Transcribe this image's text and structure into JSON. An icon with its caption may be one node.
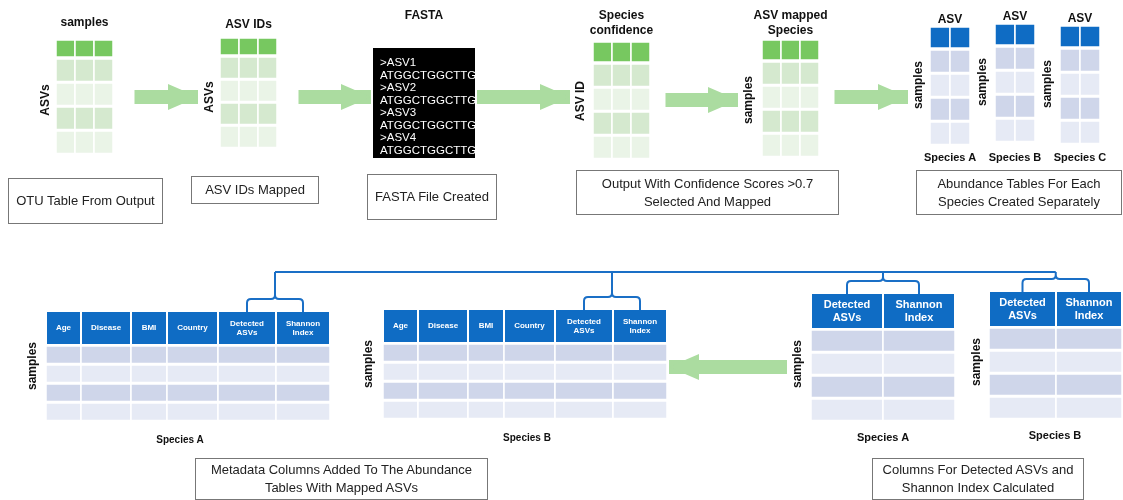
{
  "diagram": {
    "nodes": [
      {
        "text": [
          "samples",
          "ASVs"
        ]
      },
      {
        "text": [
          "ASV IDs",
          "ASVs"
        ]
      },
      {
        "text": [
          "FASTA",
          ">ASV1",
          "ATGGCTGGCTTG",
          ">ASV2",
          "ATGGCTGGCTTG",
          ">ASV3",
          "ATGGCTGGCTTG",
          ">ASV4",
          "ATGGCTGGCTTG"
        ]
      },
      {
        "text": [
          "Species confidence",
          "ASV ID"
        ]
      },
      {
        "text": [
          "ASV mapped Species",
          "samples"
        ]
      },
      {
        "text": [
          "ASV",
          "samples",
          "Species A"
        ]
      },
      {
        "text": [
          "ASV",
          "samples",
          "Species B"
        ]
      },
      {
        "text": [
          "ASV",
          "samples",
          "Species C"
        ]
      },
      {
        "text": [
          "OTU Table From Output"
        ]
      },
      {
        "text": [
          "ASV IDs Mapped"
        ]
      },
      {
        "text": [
          "FASTA File Created"
        ]
      },
      {
        "text": [
          "Output With Confidence Scores >0.7 Selected And Mapped"
        ]
      },
      {
        "text": [
          "Abundance Tables For Each Species Created Separately"
        ]
      },
      {
        "text": [
          "Age",
          "Disease",
          "BMI",
          "Country",
          "Detected ASVs",
          "Shannon Index",
          "samples",
          "Species A"
        ]
      },
      {
        "text": [
          "Age",
          "Disease",
          "BMI",
          "Country",
          "Detected ASVs",
          "Shannon Index",
          "samples",
          "Species B"
        ]
      },
      {
        "text": [
          "Detected ASVs",
          "Shannon Index",
          "samples",
          "Species A"
        ]
      },
      {
        "text": [
          "Detected ASVs",
          "Shannon Index",
          "samples",
          "Species B"
        ]
      },
      {
        "text": [
          "Metadata Columns Added To The Abundance Tables With Mapped ASVs"
        ]
      },
      {
        "text": [
          "Columns For Detected ASVs and Shannon Index Calculated"
        ]
      }
    ],
    "edges": [
      {
        "from": 0,
        "to": 1,
        "arrow": "to"
      },
      {
        "from": 1,
        "to": 2,
        "arrow": "to"
      },
      {
        "from": 2,
        "to": 3,
        "arrow": "to"
      },
      {
        "from": 3,
        "to": 4,
        "arrow": "to"
      },
      {
        "from": 4,
        "to": 5,
        "arrow": "to"
      },
      {
        "from": 15,
        "to": 14,
        "arrow": "to"
      },
      {
        "from": 15,
        "to": 13,
        "arrow": "none",
        "color": "#1a6fc6"
      },
      {
        "from": 16,
        "to": 14,
        "arrow": "none",
        "color": "#1a6fc6"
      }
    ]
  }
}
